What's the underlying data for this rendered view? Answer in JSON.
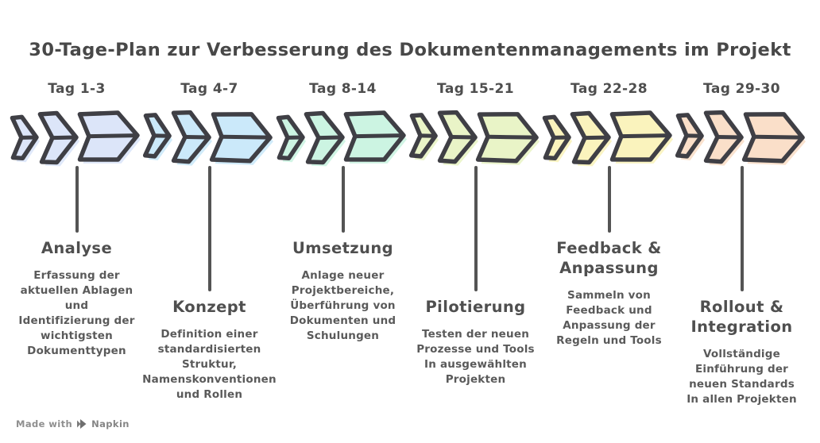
{
  "title": "30-Tage-Plan zur Verbesserung des Dokumentenmanagements im Projekt",
  "watermark": {
    "prefix": "Made with",
    "brand": "Napkin"
  },
  "colors": {
    "background": "#ffffff",
    "outline_stroke": "#3f3f45",
    "connector_line": "#545454",
    "title_text": "#484848",
    "day_label_text": "#4e4e4e",
    "stage_title_text": "#4f4f4f",
    "description_text": "#5a5a5a",
    "watermark_text": "#8f8f8f",
    "stage_fills": [
      "#dce5f9",
      "#cbe9fa",
      "#ccf4e2",
      "#e9f4c7",
      "#faf3bd",
      "#fadfc9"
    ]
  },
  "columns": [
    {
      "day": "Tag 1-3",
      "title": "Analyse",
      "description": "Erfassung der\naktuellen Ablagen\nund\nIdentifizierung der\nwichtigsten\nDokumenttypen",
      "fill": "#dce5f9",
      "position": "high"
    },
    {
      "day": "Tag 4-7",
      "title": "Konzept",
      "description": "Definition einer\nstandardisierten\nStruktur,\nNamenskonventionen\nund Rollen",
      "fill": "#cbe9fa",
      "position": "low"
    },
    {
      "day": "Tag 8-14",
      "title": "Umsetzung",
      "description": "Anlage neuer\nProjektbereiche,\nÜberführung von\nDokumenten und\nSchulungen",
      "fill": "#ccf4e2",
      "position": "high"
    },
    {
      "day": "Tag 15-21",
      "title": "Pilotierung",
      "description": "Testen der neuen\nProzesse und Tools\nIn ausgewählten\nProjekten",
      "fill": "#e9f4c7",
      "position": "low"
    },
    {
      "day": "Tag 22-28",
      "title": "Feedback &\nAnpassung",
      "description": "Sammeln von\nFeedback und\nAnpassung der\nRegeln und Tools",
      "fill": "#faf3bd",
      "position": "high"
    },
    {
      "day": "Tag 29-30",
      "title": "Rollout &\nIntegration",
      "description": "Vollständige\nEinführung der\nneuen Standards\nIn allen Projekten",
      "fill": "#fadfc9",
      "position": "low"
    }
  ]
}
